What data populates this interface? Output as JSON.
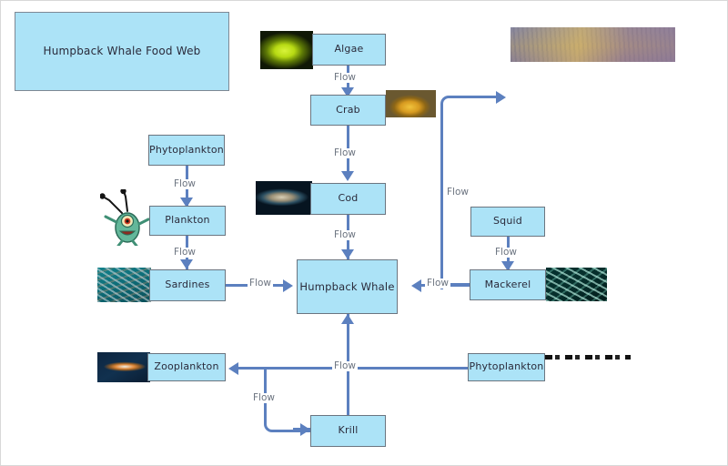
{
  "diagram": {
    "title": "Humpback Whale Food Web",
    "edge_label": "Flow",
    "colors": {
      "node_fill": "#ace3f7",
      "node_border": "#6b7580",
      "connector": "#5c80bf",
      "label_text": "#6c7480",
      "node_text": "#2a2a3a",
      "canvas": "#ffffff"
    },
    "nodes": [
      {
        "id": "title",
        "label": "Humpback Whale Food Web"
      },
      {
        "id": "algae",
        "label": "Algae"
      },
      {
        "id": "crab",
        "label": "Crab"
      },
      {
        "id": "cod",
        "label": "Cod"
      },
      {
        "id": "phytoplankton_left",
        "label": "Phytoplankton"
      },
      {
        "id": "plankton",
        "label": "Plankton"
      },
      {
        "id": "sardines",
        "label": "Sardines"
      },
      {
        "id": "humpback_whale",
        "label": "Humpback Whale"
      },
      {
        "id": "squid",
        "label": "Squid"
      },
      {
        "id": "mackerel",
        "label": "Mackerel"
      },
      {
        "id": "zooplankton",
        "label": "Zooplankton"
      },
      {
        "id": "krill",
        "label": "Krill"
      },
      {
        "id": "phytoplankton_bottom",
        "label": "Phytoplankton"
      }
    ],
    "edges": [
      {
        "from": "algae",
        "to": "crab",
        "label": "Flow"
      },
      {
        "from": "crab",
        "to": "cod",
        "label": "Flow"
      },
      {
        "from": "cod",
        "to": "humpback_whale",
        "label": "Flow"
      },
      {
        "from": "phytoplankton_left",
        "to": "plankton",
        "label": "Flow"
      },
      {
        "from": "plankton",
        "to": "sardines",
        "label": "Flow"
      },
      {
        "from": "sardines",
        "to": "humpback_whale",
        "label": "Flow"
      },
      {
        "from": "squid",
        "to": "mackerel",
        "label": "Flow"
      },
      {
        "from": "mackerel",
        "to": "humpback_whale",
        "label": "Flow"
      },
      {
        "from": "mackerel",
        "to": "upper_right",
        "label": "Flow"
      },
      {
        "from": "krill",
        "to": "humpback_whale",
        "label": "Flow"
      },
      {
        "from": "krill",
        "to": "zooplankton",
        "label": "Flow"
      },
      {
        "from": "phytoplankton_bottom",
        "to": "zooplankton",
        "label": "Flow"
      }
    ],
    "images": [
      {
        "id": "algae-photo",
        "name": "algae-image"
      },
      {
        "id": "crab-photo",
        "name": "crab-image"
      },
      {
        "id": "cod-photo",
        "name": "cod-image"
      },
      {
        "id": "plankton-cartoon",
        "name": "plankton-cartoon-image"
      },
      {
        "id": "sardines-photo",
        "name": "sardines-school-image"
      },
      {
        "id": "zooplankton-photo",
        "name": "zooplankton-image"
      },
      {
        "id": "mackerel-photo",
        "name": "mackerel-school-image"
      },
      {
        "id": "landscape-photo",
        "name": "landscape-strip-image"
      },
      {
        "id": "darkline-photo",
        "name": "phytoplankton-strip-image"
      }
    ]
  }
}
